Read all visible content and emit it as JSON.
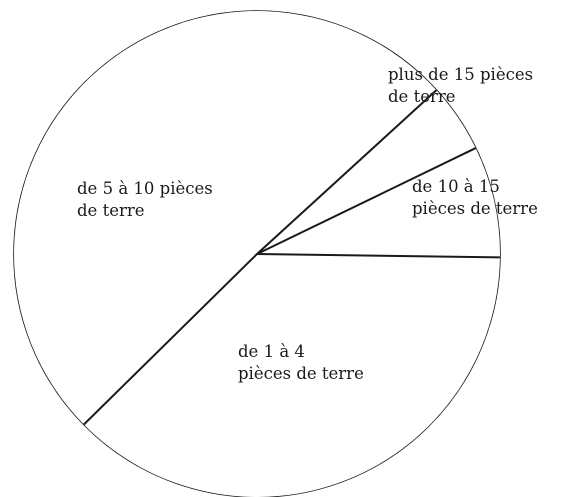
{
  "chart_data": {
    "type": "pie",
    "title": "",
    "slices": [
      {
        "label": [
          "de 1 à 4",
          "pièces de terre"
        ],
        "value": 37.4
      },
      {
        "label": [
          "de 5 à 10 pièces",
          "de terre"
        ],
        "value": 50.6
      },
      {
        "label": [
          "plus de 15 pièces",
          "de terre"
        ],
        "value": 4.6
      },
      {
        "label": [
          "de 10 à 15",
          "pièces de terre"
        ],
        "value": 7.4
      }
    ],
    "colors": {
      "stroke": "#1a1a1a",
      "fill": "#ffffff"
    }
  }
}
